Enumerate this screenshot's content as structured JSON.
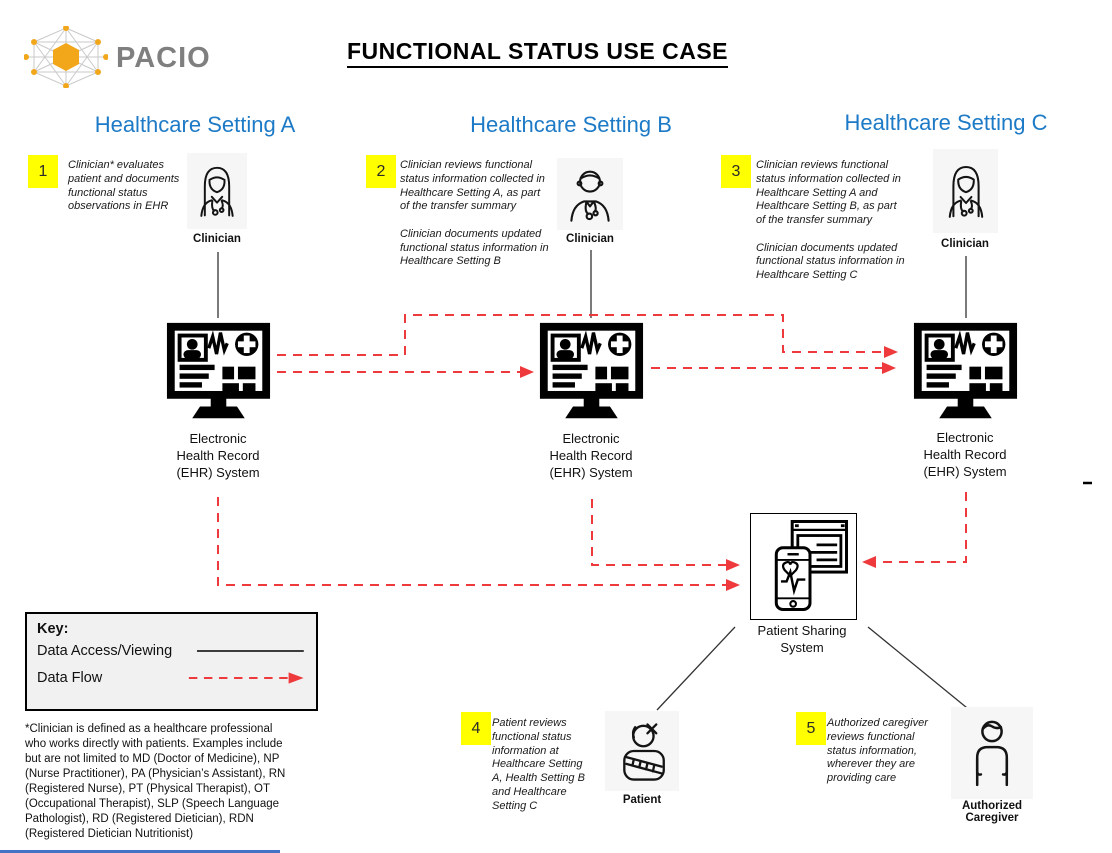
{
  "page": {
    "title": "FUNCTIONAL STATUS USE CASE"
  },
  "logo": {
    "text": "PACIO"
  },
  "settings": [
    {
      "heading": "Healthcare Setting A",
      "step": "1",
      "note": "Clinician* evaluates\npatient and documents\nfunctional status\nobservations in EHR",
      "actor_label": "Clinician",
      "ehr_label": "Electronic\nHealth Record\n(EHR) System"
    },
    {
      "heading": "Healthcare Setting B",
      "step": "2",
      "note": "Clinician reviews functional\nstatus information collected in\nHealthcare Setting A, as part\nof the transfer summary\n\nClinician documents updated\nfunctional status information in\nHealthcare Setting B",
      "actor_label": "Clinician",
      "ehr_label": "Electronic\nHealth Record\n(EHR) System"
    },
    {
      "heading": "Healthcare Setting C",
      "step": "3",
      "note": "Clinician reviews functional\nstatus information collected in\nHealthcare Setting A and\nHealthcare Setting B, as part\nof the transfer summary\n\nClinician documents updated\nfunctional status information in\nHealthcare Setting C",
      "actor_label": "Clinician",
      "ehr_label": "Electronic\nHealth Record\n(EHR) System"
    }
  ],
  "sharing_system": {
    "label": "Patient Sharing\nSystem"
  },
  "patient": {
    "step": "4",
    "note": "Patient reviews\nfunctional status\ninformation at\nHealthcare Setting\nA, Health Setting B\nand Healthcare\nSetting C",
    "label": "Patient"
  },
  "caregiver": {
    "step": "5",
    "note": "Authorized caregiver\nreviews functional\nstatus information,\nwherever they are\nproviding care",
    "label": "Authorized\nCaregiver"
  },
  "key": {
    "title": "Key:",
    "rows": [
      {
        "label": "Data Access/Viewing",
        "style": "solid"
      },
      {
        "label": "Data Flow",
        "style": "dashed"
      }
    ]
  },
  "footnote": "*Clinician is defined as a healthcare professional\nwho works directly with patients. Examples include\nbut are not limited to MD (Doctor of Medicine), NP\n(Nurse Practitioner), PA (Physician’s Assistant), RN\n(Registered Nurse), PT (Physical Therapist), OT\n(Occupational Therapist), SLP (Speech Language\nPathologist), RD (Registered Dietician), RDN\n(Registered Dietician Nutritionist)",
  "colors": {
    "heading_blue": "#1D7AC6",
    "step_yellow": "#FFFF00",
    "arrow_red": "#EE3A3C",
    "logo_orange": "#F2A71B",
    "logo_gray": "#7F7F7F"
  }
}
